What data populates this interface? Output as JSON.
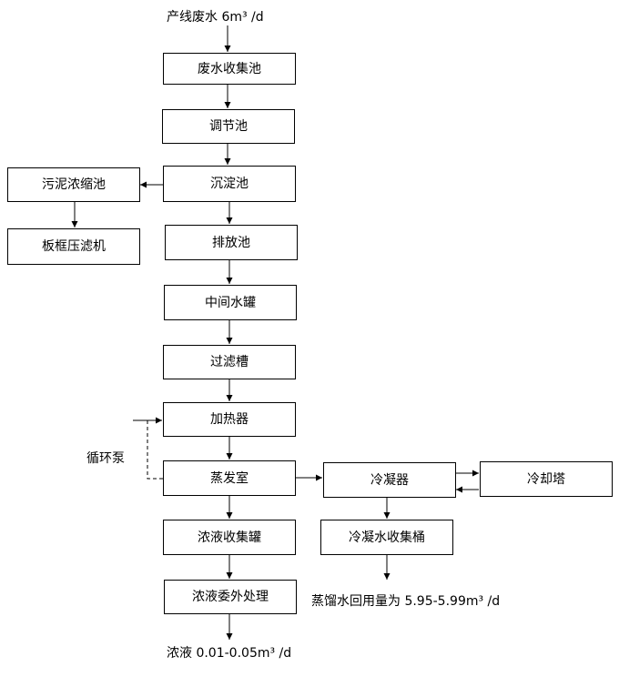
{
  "labels": {
    "input": "产线废水 6m³ /d",
    "pump": "循环泵",
    "recycle": "蒸馏水回用量为 5.95-5.99m³ /d",
    "output": "浓液 0.01-0.05m³ /d"
  },
  "boxes": {
    "collect_pool": "废水收集池",
    "adjust_pool": "调节池",
    "settle_pool": "沉淀池",
    "sludge_thicken": "污泥浓缩池",
    "plate_press": "板框压滤机",
    "discharge_pool": "排放池",
    "middle_tank": "中间水罐",
    "filter_tank": "过滤槽",
    "heater": "加热器",
    "evaporator": "蒸发室",
    "condenser": "冷凝器",
    "cooling_tower": "冷却塔",
    "condensate_bucket": "冷凝水收集桶",
    "concentrate_tank": "浓液收集罐",
    "outsourcing": "浓液委外处理"
  }
}
